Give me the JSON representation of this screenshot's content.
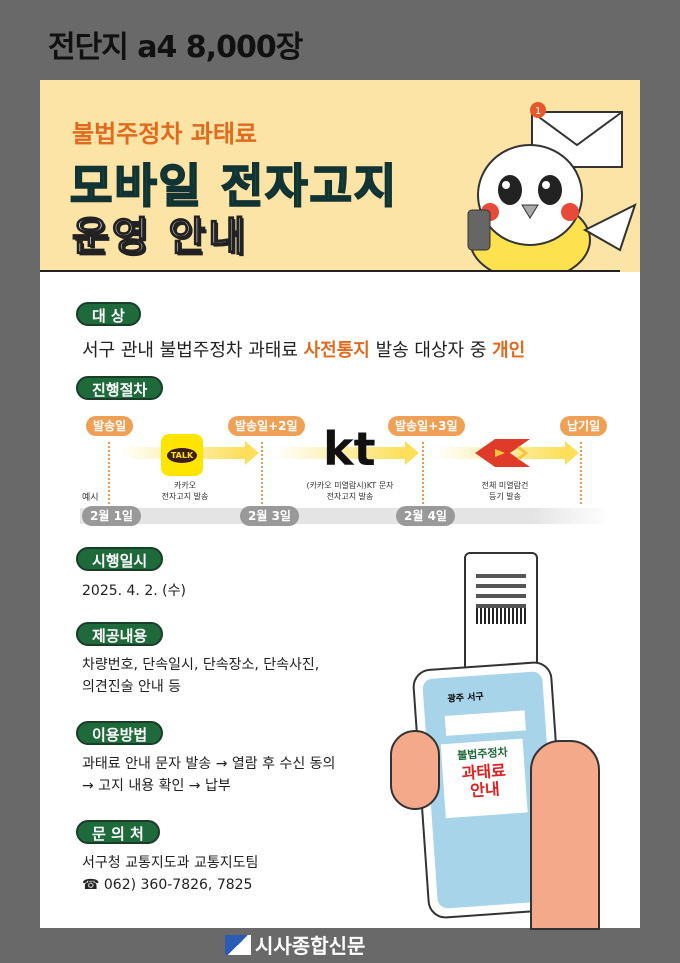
{
  "top_title": "전단지 a4 8,000장",
  "header": {
    "subtitle": "불법주정차 과태료",
    "title_line1": "모바일 전자고지",
    "title_line2": "운영 안내",
    "mail_badge": "1"
  },
  "target": {
    "label": "대  상",
    "text_prefix": "서구 관내 불법주정차 과태료 ",
    "highlight1": "사전통지",
    "text_mid": " 발송 대상자 중 ",
    "highlight2": "개인"
  },
  "procedure": {
    "label": "진행절차",
    "example_label": "예시",
    "steps": [
      {
        "pill": "발송일",
        "date": "2월 1일"
      },
      {
        "pill": "발송일+2일",
        "date": "2월 3일"
      },
      {
        "pill": "발송일+3일",
        "date": "2월 4일"
      },
      {
        "pill": "납기일"
      }
    ],
    "actions": [
      {
        "icon_text": "TALK",
        "caption1": "카카오",
        "caption2": "전자고지 발송"
      },
      {
        "icon_text": "kt",
        "caption1": "(카카오 미열람시)KT 문자",
        "caption2": "전자고지 발송"
      },
      {
        "caption1": "전체 미열람건",
        "caption2": "등기 발송"
      }
    ]
  },
  "effective": {
    "label": "시행일시",
    "text": "2025. 4. 2. (수)"
  },
  "content": {
    "label": "제공내용",
    "line1": "차량번호, 단속일시, 단속장소, 단속사진,",
    "line2": "의견진술 안내 등"
  },
  "usage": {
    "label": "이용방법",
    "line1": "과태료 안내 문자 발송 → 열람 후 수신 동의",
    "line2": "→ 고지 내용 확인 → 납부"
  },
  "contact": {
    "label": "문 의 처",
    "line1": "서구청 교통지도과 교통지도팀",
    "line2": "☎ 062) 360-7826, 7825"
  },
  "phone": {
    "sender": "광주 서구",
    "msg1": "불법주정차",
    "msg2": "과태료",
    "msg3": "안내"
  },
  "footer_logo": "시사종합신문"
}
